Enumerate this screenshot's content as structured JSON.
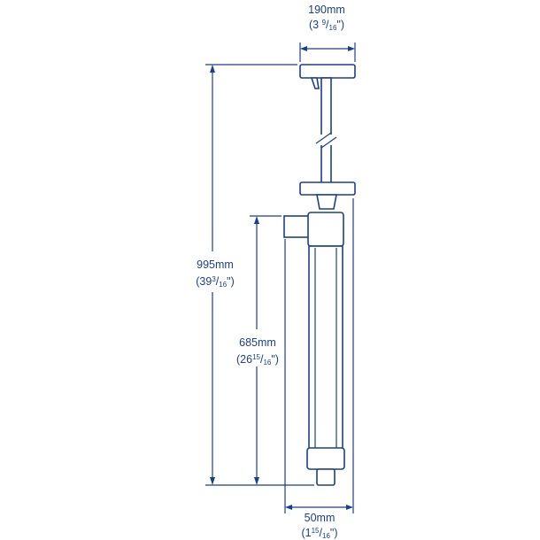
{
  "colors": {
    "line": "#1a3f8f",
    "background": "#ffffff"
  },
  "dimensions": {
    "top_width": {
      "metric": "190mm",
      "imperial_whole": "(3 ",
      "imperial_num": "9",
      "imperial_sep": "/",
      "imperial_den": "16",
      "imperial_close": "\")"
    },
    "overall_height": {
      "metric": "995mm",
      "imperial_whole": "(39",
      "imperial_num": "3",
      "imperial_sep": "/",
      "imperial_den": "16",
      "imperial_close": "\")"
    },
    "inlet_height": {
      "metric": "685mm",
      "imperial_whole": "(26",
      "imperial_num": "15",
      "imperial_sep": "/",
      "imperial_den": "16",
      "imperial_close": "\")"
    },
    "barrel_width": {
      "metric": "50mm",
      "imperial_whole": "(1",
      "imperial_num": "15",
      "imperial_sep": "/",
      "imperial_den": "16",
      "imperial_close": "\")"
    }
  }
}
